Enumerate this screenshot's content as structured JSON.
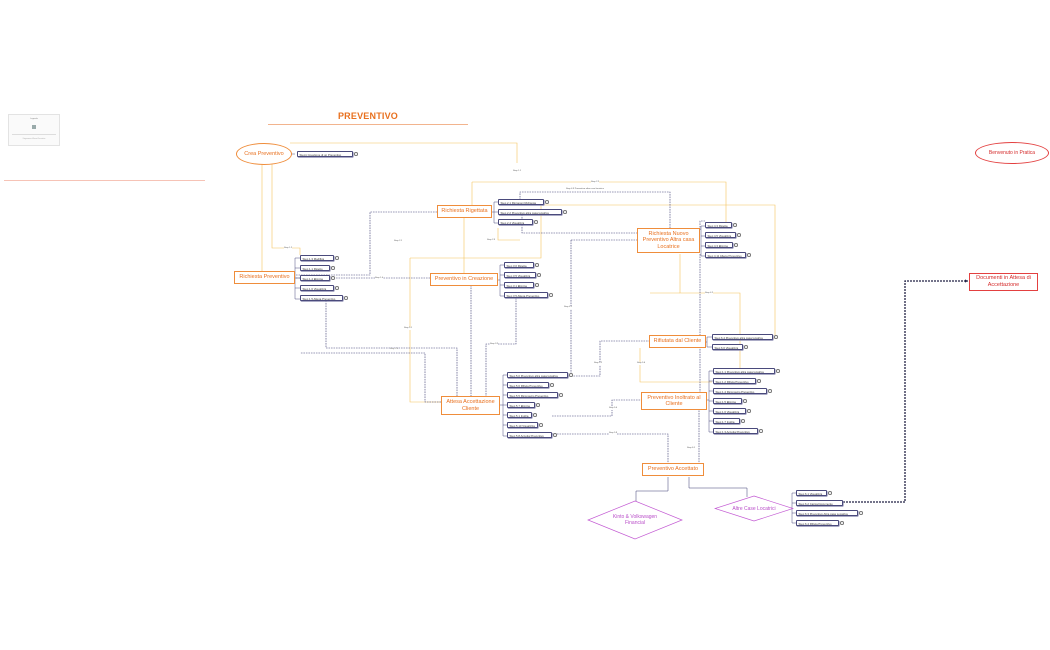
{
  "title": "PREVENTIVO",
  "thumbnail": {
    "heading": "Legenda",
    "caption": "Diagramma di flusso Preventivo"
  },
  "nodes": {
    "crea": "Crea Preventivo",
    "richiesta_preventivo": "Richiesta Preventivo",
    "richiesta_rigettata": "Richiesta Rigettata",
    "preventivo_creazione": "Preventivo in Creazione",
    "richiesta_nuovo": "Richiesta Nuovo Preventivo Altra casa Locatrice",
    "rifiutata_cliente": "Rifiutata dal Cliente",
    "attesa_accettazione": "Attesa Accettazione Cliente",
    "preventivo_inoltrato": "Preventivo Inoltrato al Cliente",
    "preventivo_accettato": "Preventivo Accettato",
    "kinto": "Kinto & Volkswagen Financial",
    "altre_case": "Altre Case Locatrici",
    "documenti_attesa": "Documenti in Attesa di Accettazione",
    "benvenuto": "Benvenuto in Pratica"
  },
  "steps": {
    "crea": [
      "Step1 Creazione di un Preventivo"
    ],
    "rigettata": [
      "Step 2.1 Riproponi Richiesta",
      "Step 2.2 Preventivo altra casa locatrice",
      "Step 2.4 Visualizza"
    ],
    "richiesta": [
      "Step 1.3 Modifica",
      "Step 1.1 Rigetto",
      "Step 1.4 Elimina",
      "Step 1.6 Visualizza",
      "Step 1.5 Allega Preventivo"
    ],
    "creazione": [
      "Step 3.0 Rigetta",
      "Step 3.5 Visualizza",
      "Step 3.1 Elimina",
      "Step 3.5 Allega Preventivo"
    ],
    "nuovo": [
      "Step 4.3 Rigetta",
      "Step 4.5 Visualizza",
      "Step 4.3 Elimina",
      "Step 4.11 Allega Preventivo"
    ],
    "rifiutata": [
      "Step 6.4 Preventivo altra casa locatrice",
      "Step 6.6 Visualizza"
    ],
    "attesa": [
      "Step 5.0 Preventivo altra casa locatrice",
      "Step 5.6 Rifiuta Preventivo",
      "Step 5.5 Riconoscio Preventivo",
      "Step 5.7 Elimina",
      "Step 5.1 Inoltra",
      "Step 5.10 Visualizza",
      "Step 5.8 Accetta Preventivo"
    ],
    "inoltrato": [
      "Step 1.1 Preventivo altra casa locatrice",
      "Step 1.2 Rifiuta Preventivo",
      "Step 1.4 Riconoscio Preventivo",
      "Step 1.5 Elimina",
      "Step 1.6 Visualizza",
      "Step 1.7 Inoltra",
      "Step 1.3 Accetta Preventivo"
    ],
    "altre": [
      "Step 6.1 Visualizza",
      "Step 6.2 Carica Documento",
      "Step 6.3 Preventivo Altra casa Locatrice",
      "Step 6.4 Rifiuta Preventivo"
    ]
  },
  "edge_labels": [
    "Step 1.2",
    "Step 1.1",
    "Step 2.1",
    "Step 2.3",
    "Step 2.2",
    "Step 1.4",
    "Step 3.0",
    "Step 3.2",
    "Step 4.1",
    "Step 4.2",
    "Step 5.2",
    "Step 5.4",
    "Step 5.9",
    "Step 6.1",
    "Step 5.1",
    "Step 5.6",
    "Step 4.3 Preventivo altra casa locatrice"
  ],
  "colors": {
    "orange": "#ef8d3b",
    "red": "#e34040",
    "purple": "#b94fc9",
    "navy": "#3a3a72",
    "yellow": "#f5c45c"
  }
}
